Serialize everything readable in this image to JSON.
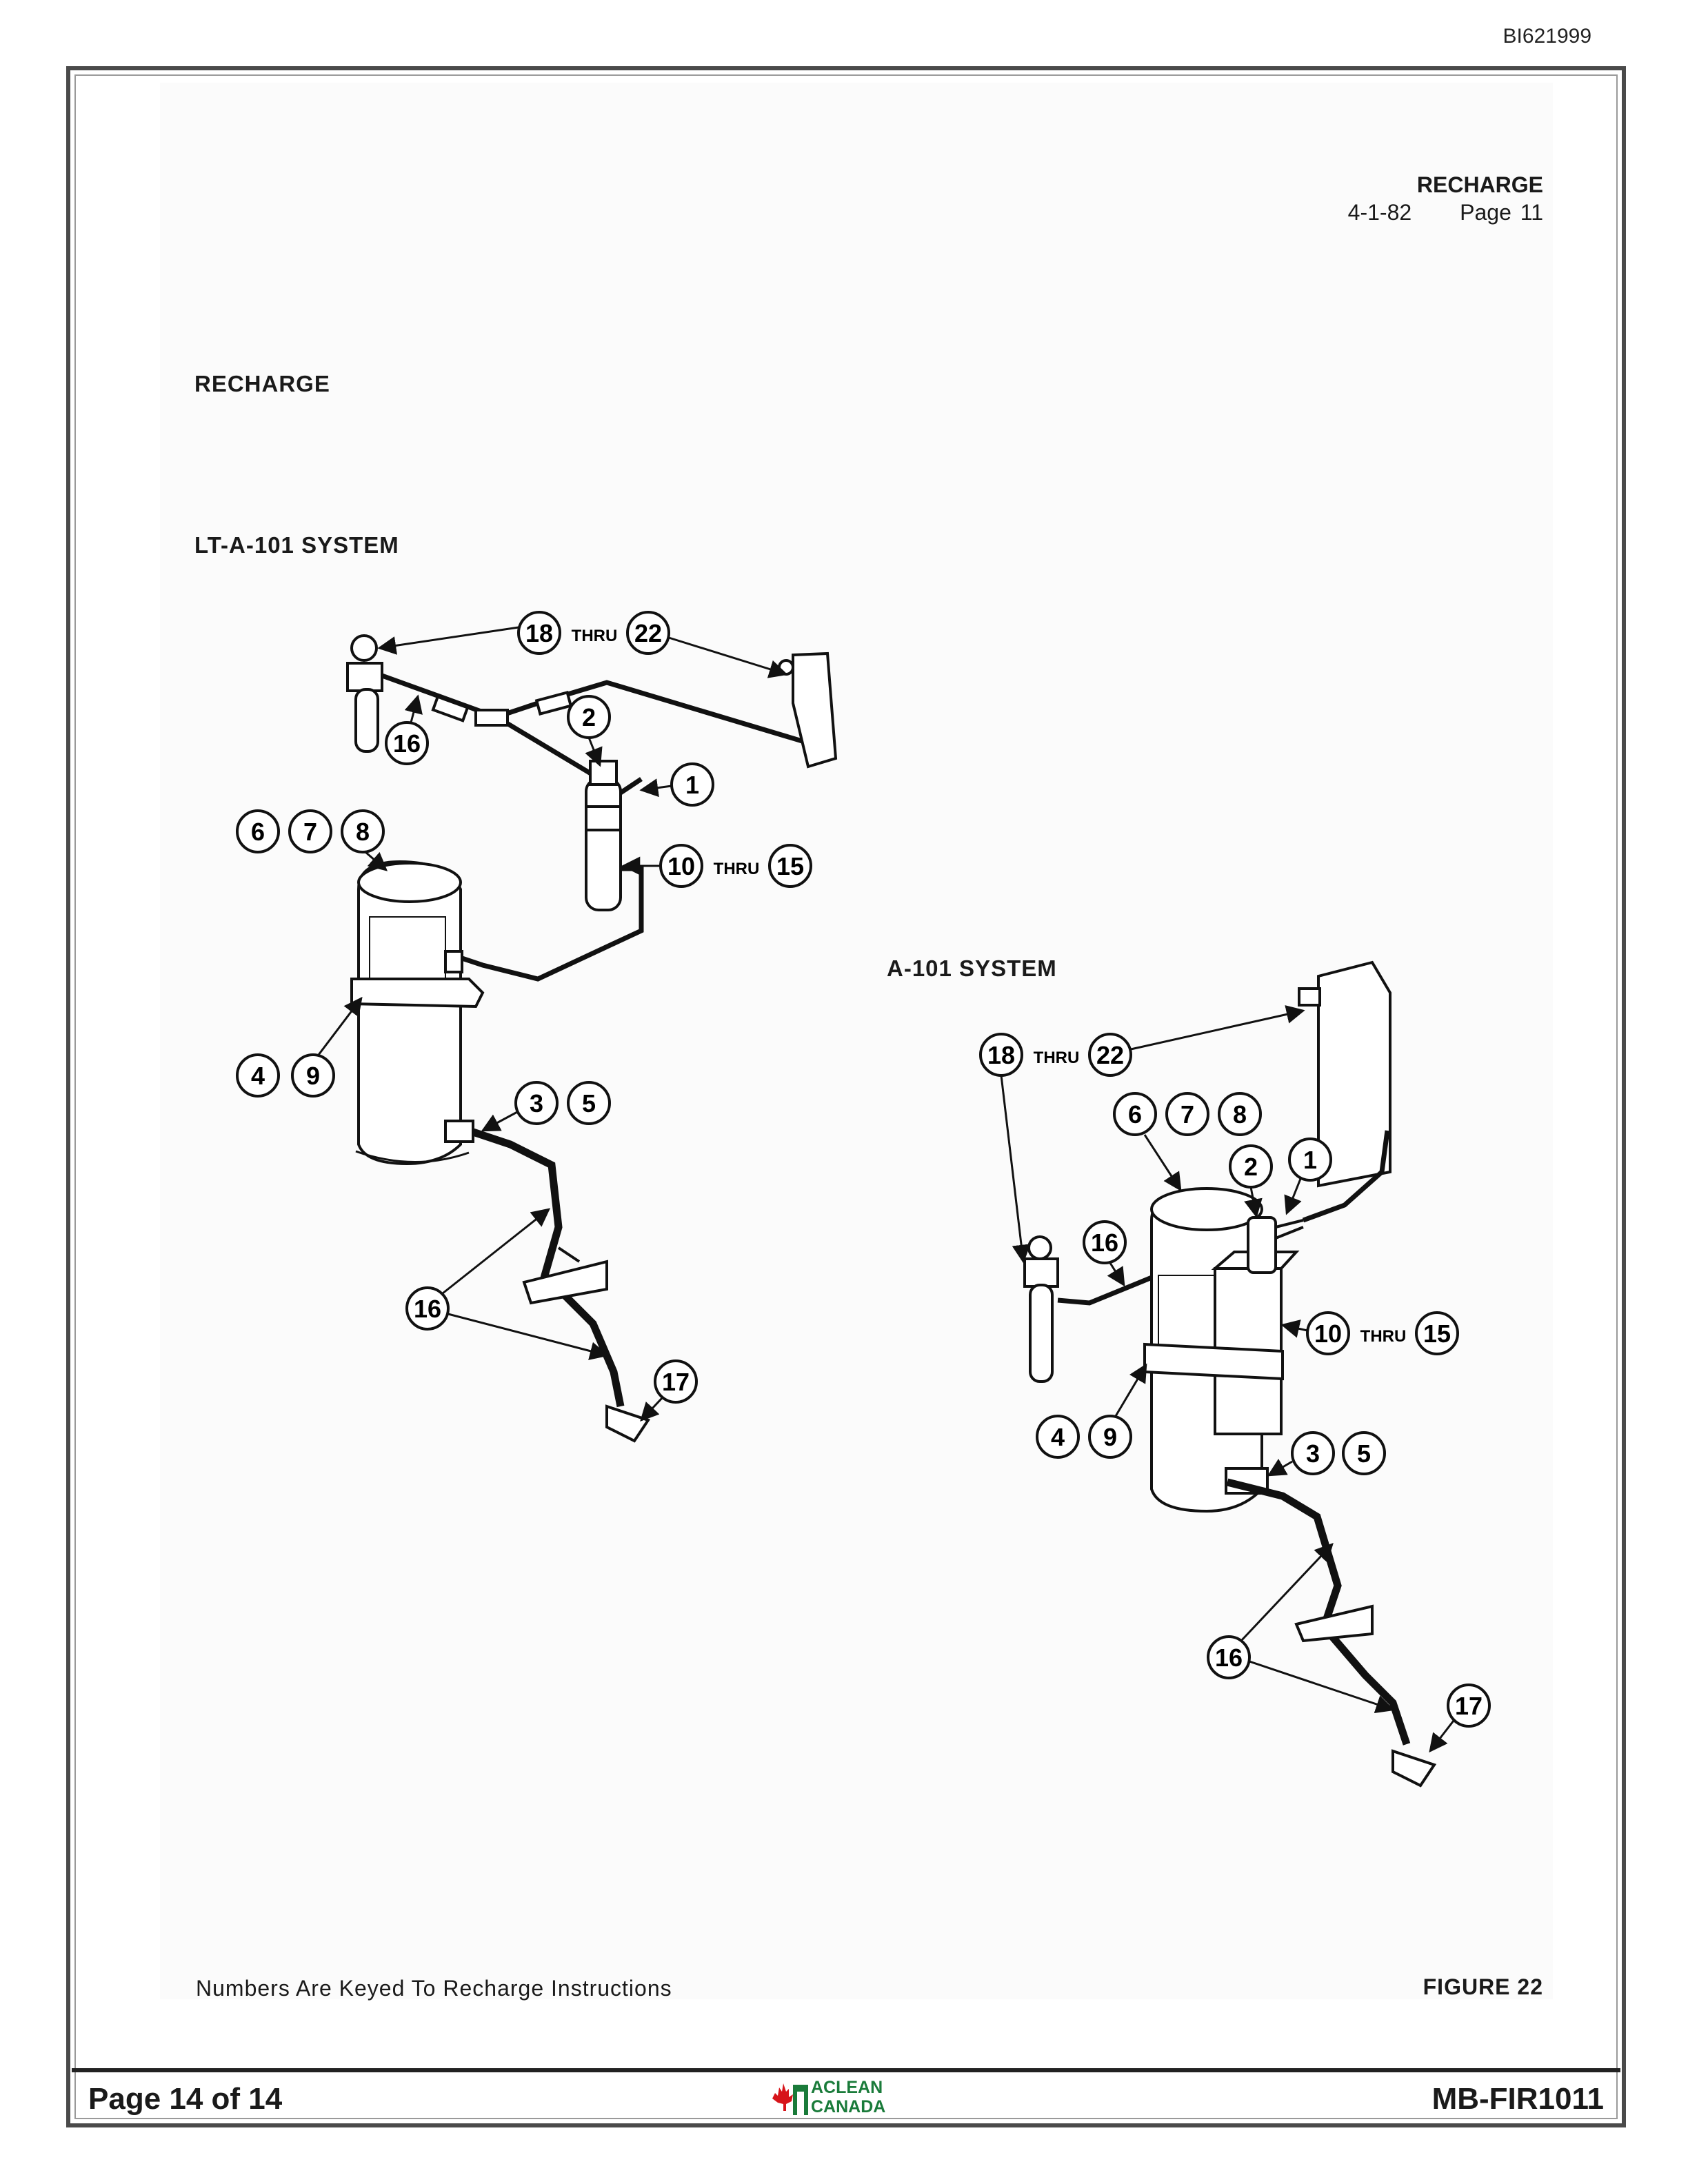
{
  "doc_id": "BI621999",
  "header": {
    "title": "RECHARGE",
    "date": "4-1-82",
    "page": "Page 11"
  },
  "section_title": "RECHARGE",
  "systems": [
    {
      "label": "LT-A-101 SYSTEM"
    },
    {
      "label": "A-101 SYSTEM"
    }
  ],
  "callouts": {
    "n1": "1",
    "n2": "2",
    "n3": "3",
    "n4": "4",
    "n5": "5",
    "n6": "6",
    "n7": "7",
    "n8": "8",
    "n9": "9",
    "n10": "10",
    "n15": "15",
    "n16": "16",
    "n17": "17",
    "n18": "18",
    "n22": "22",
    "thru": "THRU"
  },
  "caption": {
    "left": "Numbers Are Keyed To Recharge Instructions",
    "right": "FIGURE 22"
  },
  "footer": {
    "page": "Page 14 of 14",
    "doc": "MB-FIR1011",
    "logo_line1": "ACLEAN",
    "logo_line2": "CANADA"
  },
  "colors": {
    "logo_red": "#d7141a",
    "logo_green": "#1a7b3a"
  }
}
